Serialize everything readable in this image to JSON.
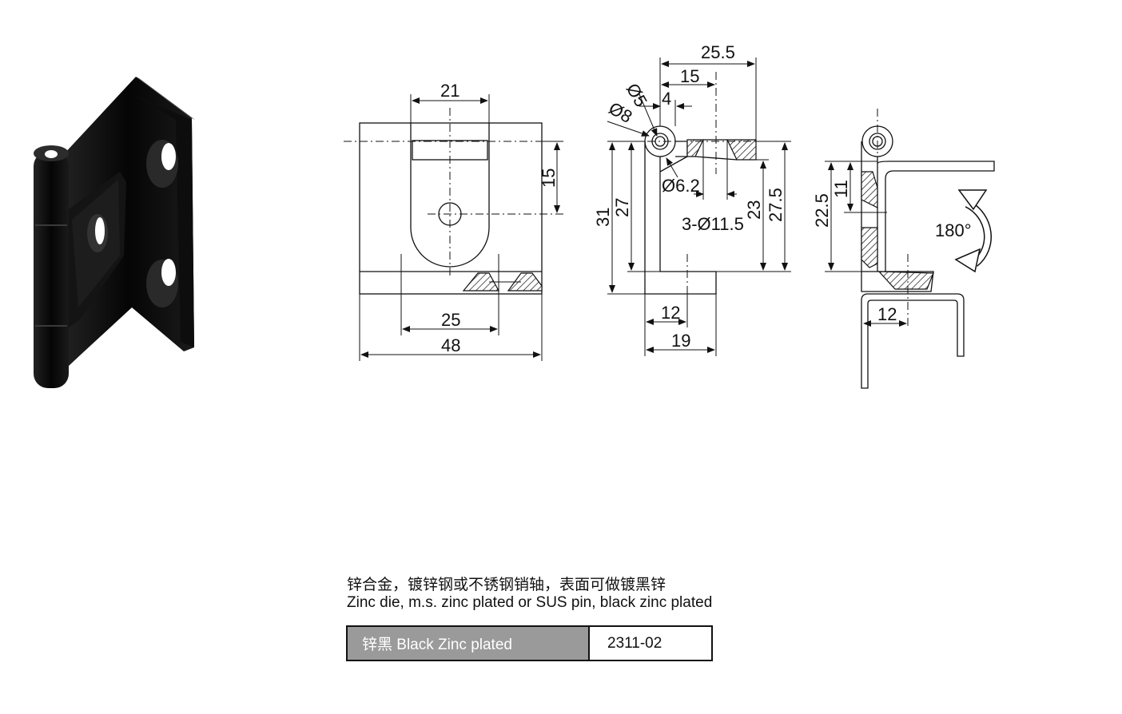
{
  "product": {
    "description_cn": "锌合金，镀锌钢或不锈钢销轴，表面可做镀黑锌",
    "description_en": "Zinc die, m.s. zinc plated or SUS pin, black zinc plated"
  },
  "spec_table": {
    "finish": "锌黑 Black Zinc plated",
    "part_number": "2311-02"
  },
  "front_view": {
    "dim_top": "21",
    "dim_right": "15",
    "dim_bottom_inner": "25",
    "dim_bottom_overall": "48"
  },
  "side_view": {
    "dim_overall_width": "25.5",
    "dim_15": "15",
    "dim_4": "4",
    "dim_pin_dia": "Ø5",
    "dim_knuckle_dia": "Ø8",
    "dim_hole_dia": "Ø6.2",
    "dim_counterbore": "3-Ø11.5",
    "dim_31": "31",
    "dim_27": "27",
    "dim_23": "23",
    "dim_27_5": "27.5",
    "dim_12": "12",
    "dim_19": "19"
  },
  "open_view": {
    "dim_22_5": "22.5",
    "dim_11": "11",
    "rotation": "180°",
    "dim_12": "12"
  }
}
